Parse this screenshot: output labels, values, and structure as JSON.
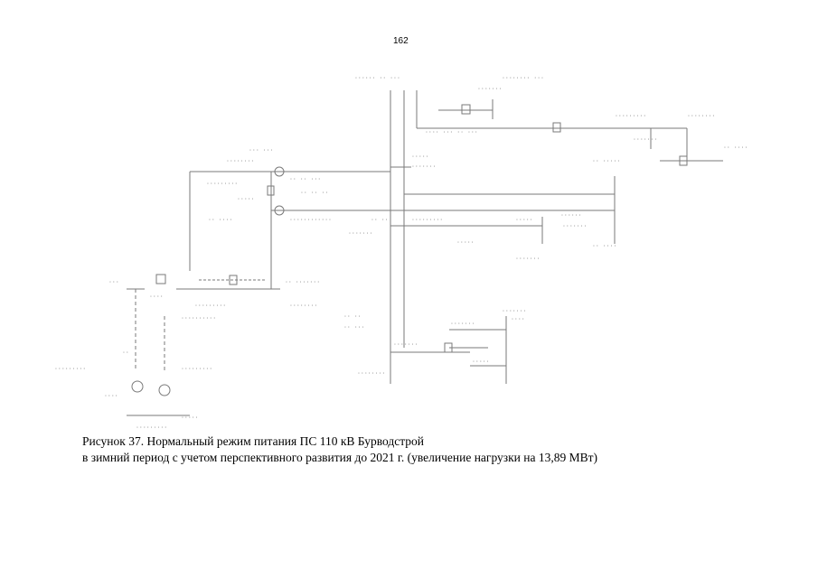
{
  "page": {
    "number": "162"
  },
  "caption": {
    "line1": "Рисунок 37. Нормальный режим питания  ПС 110 кВ Бурводстрой",
    "line2": "в зимний период с учетом перспективного развития до 2021 г. (увеличение нагрузки на 13,89 МВт)"
  },
  "colors": {
    "lines": "#7a7a7a",
    "text": "#000000",
    "background": "#ffffff"
  }
}
